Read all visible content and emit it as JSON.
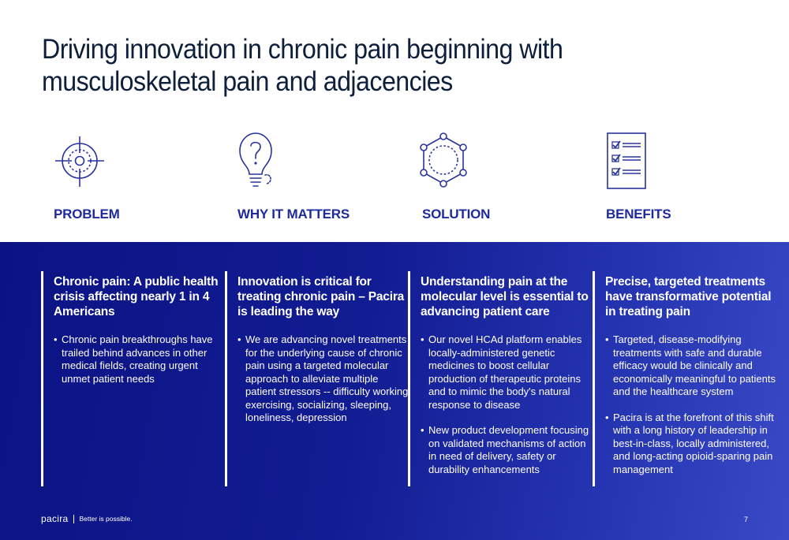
{
  "slide": {
    "title": "Driving innovation in chronic pain beginning with musculoskeletal pain and adjacencies",
    "accent_color": "#1e2a9c",
    "panel_color": "#0b1384"
  },
  "columns": [
    {
      "icon": "crosshair-target-icon",
      "heading": "PROBLEM",
      "subheading": "Chronic pain: A public health crisis affecting nearly 1 in 4 Americans",
      "bullets": [
        "Chronic pain breakthroughs have trailed behind advances in other medical fields, creating urgent unmet patient needs"
      ]
    },
    {
      "icon": "lightbulb-question-icon",
      "heading": "WHY IT MATTERS",
      "subheading": "Innovation is critical for treating chronic pain – Pacira is leading the way",
      "bullets": [
        "We are advancing novel treatments for the underlying cause of chronic pain using a targeted molecular approach to alleviate multiple patient stressors -- difficulty working, exercising, socializing, sleeping, loneliness, depression"
      ]
    },
    {
      "icon": "molecule-hexagon-icon",
      "heading": "SOLUTION",
      "subheading": "Understanding pain at the molecular level is essential to advancing patient care",
      "bullets": [
        "Our novel HCAd platform enables locally-administered genetic medicines to boost cellular production of therapeutic proteins and to mimic the body's natural response to disease",
        "New product development focusing on validated mechanisms of action in need of delivery, safety or durability enhancements"
      ]
    },
    {
      "icon": "checklist-clipboard-icon",
      "heading": "BENEFITS",
      "subheading": "Precise, targeted treatments have transformative potential in treating pain",
      "bullets": [
        "Targeted, disease-modifying treatments with safe and durable efficacy would be clinically and economically meaningful to patients and the healthcare system",
        "Pacira is at the forefront of this shift with a long history of leadership in best-in-class, locally administered, and long-acting opioid-sparing pain management"
      ]
    }
  ],
  "footer": {
    "logo": "pacira",
    "tagline": "Better is possible.",
    "page_number": "7"
  }
}
